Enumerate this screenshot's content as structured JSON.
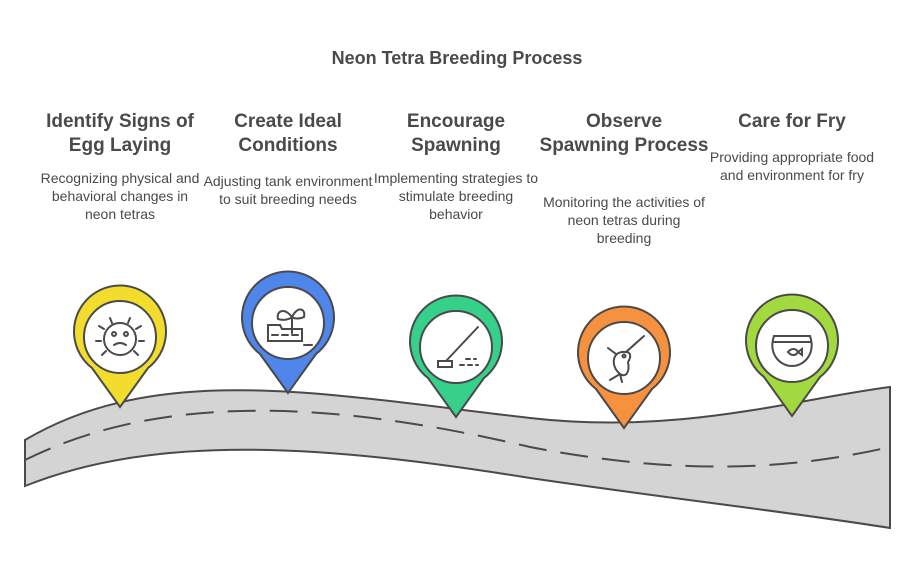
{
  "title": "Neon Tetra Breeding Process",
  "steps": [
    {
      "title": "Identify Signs of Egg Laying",
      "description": "Recognizing physical and behavioral changes in neon tetras",
      "icon": "puffer-fish-icon",
      "color": "#f2dd2d"
    },
    {
      "title": "Create Ideal Conditions",
      "description": "Adjusting tank environment to suit breeding needs",
      "icon": "aquarium-plant-icon",
      "color": "#4e86ea"
    },
    {
      "title": "Encourage Spawning",
      "description": "Implementing strategies to stimulate breeding behavior",
      "icon": "fishing-rod-icon",
      "color": "#36d08a"
    },
    {
      "title": "Observe Spawning Process",
      "description": "Monitoring the activities of neon tetras during breeding",
      "icon": "marlin-fish-icon",
      "color": "#f5913f"
    },
    {
      "title": "Care for Fry",
      "description": "Providing appropriate food and environment for fry",
      "icon": "fish-bowl-icon",
      "color": "#a2d93f"
    }
  ],
  "road": {
    "fill": "#d4d4d4",
    "stroke": "#4a4a4a"
  }
}
